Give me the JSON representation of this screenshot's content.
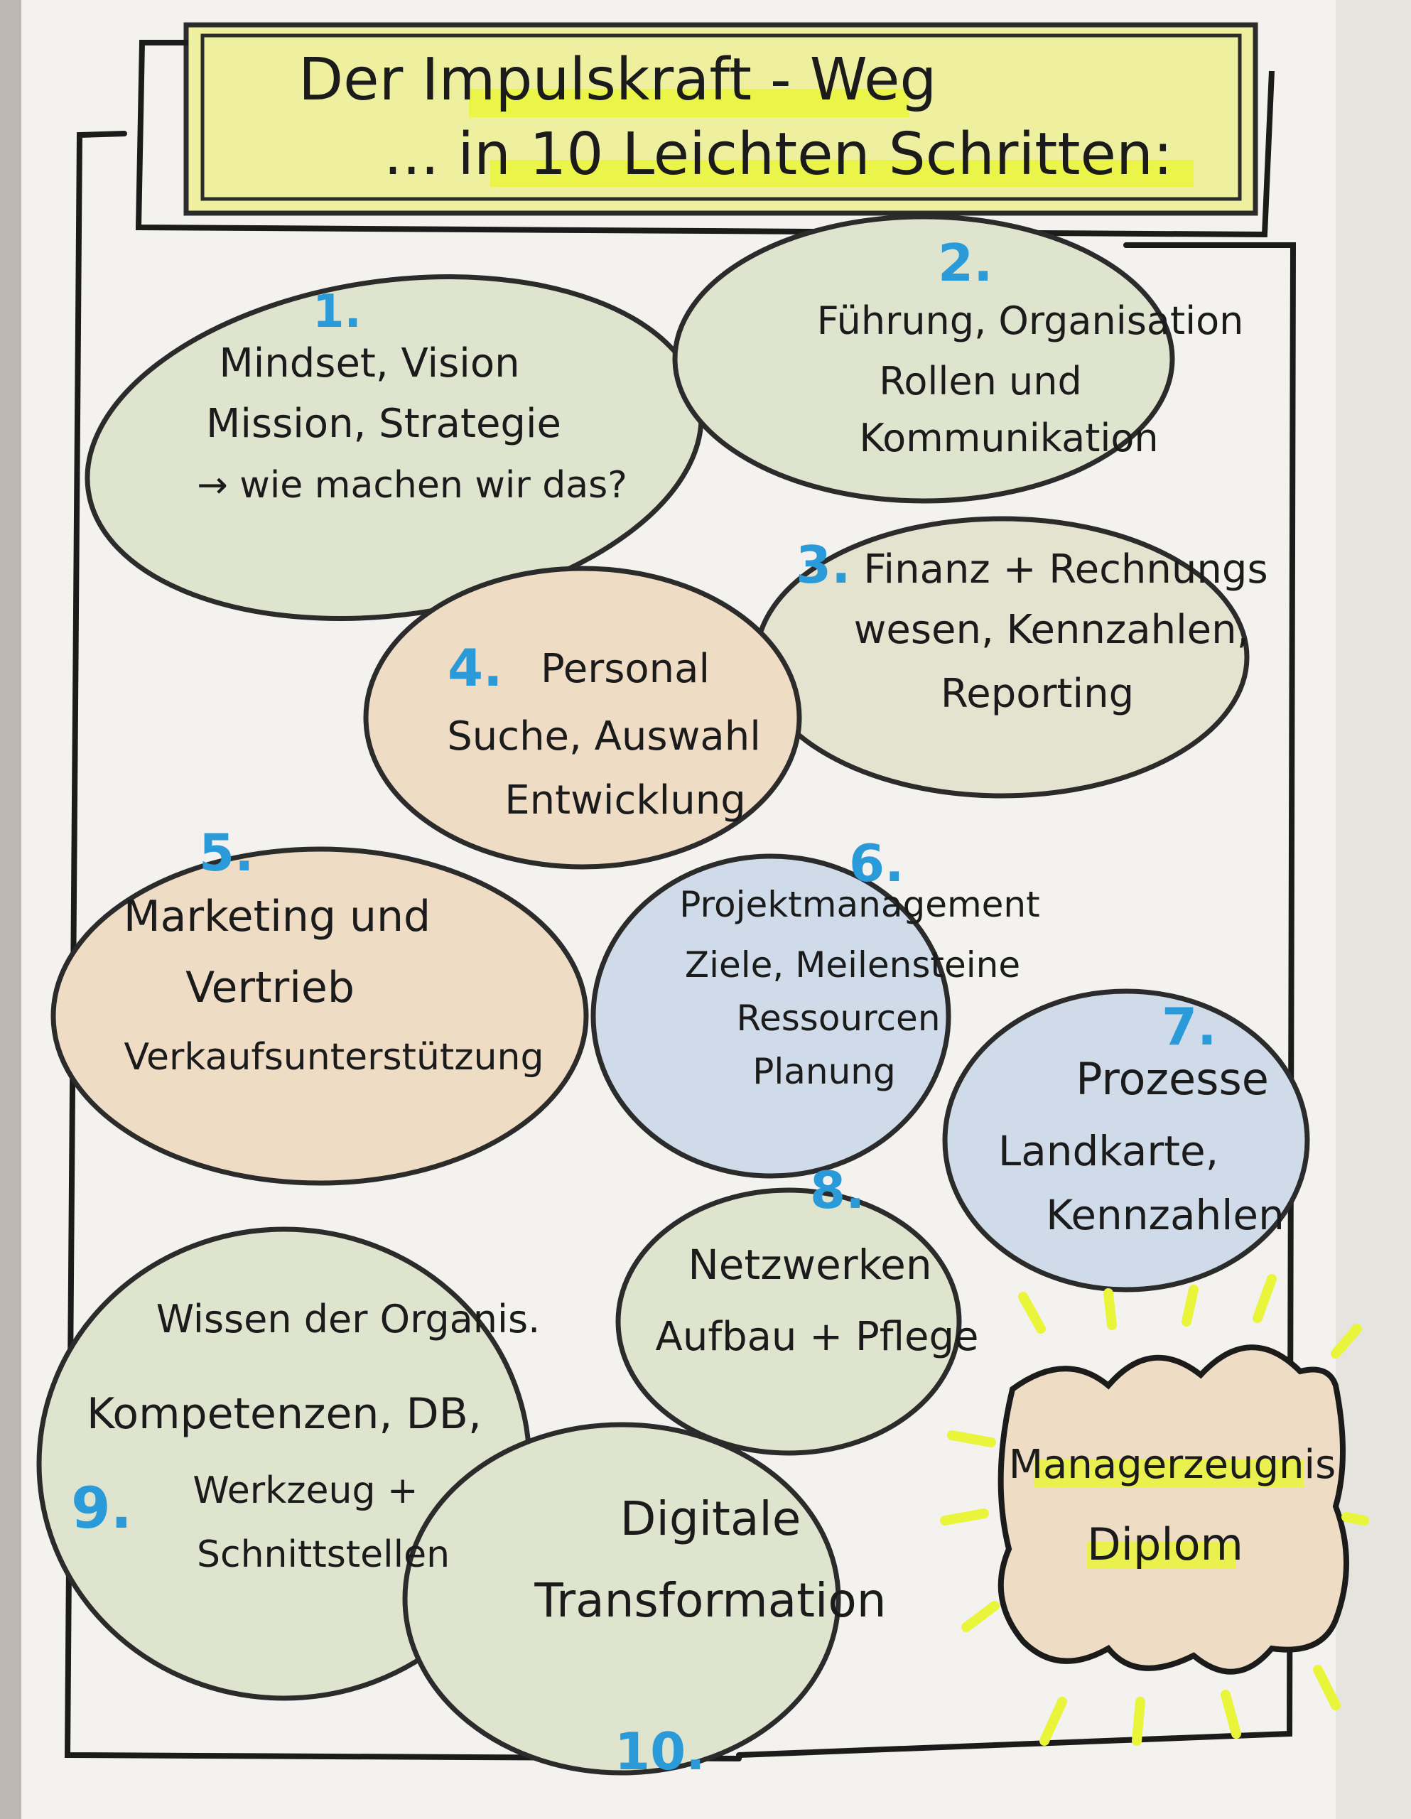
{
  "colors": {
    "paper": "#f3f2ee",
    "ink": "#1b1b1b",
    "number": "#2a9bd8",
    "highlight": "#e9f53a",
    "blob_green": "#dfe4cf",
    "blob_orange": "#efdcc4",
    "blob_blue": "#cfdbe8"
  },
  "title": {
    "line1": "Der Impulskraft - Weg",
    "line2": "... in 10 Leichten Schritten:"
  },
  "steps": [
    {
      "number": "1.",
      "lines": [
        "Mindset, Vision",
        "Mission, Strategie",
        "→ wie machen wir das?"
      ]
    },
    {
      "number": "2.",
      "lines": [
        "Führung, Organisation",
        "Rollen und",
        "Kommunikation"
      ]
    },
    {
      "number": "3.",
      "lines": [
        "Finanz + Rechnungs",
        "wesen, Kennzahlen,",
        "Reporting"
      ]
    },
    {
      "number": "4.",
      "lines": [
        "Personal",
        "Suche, Auswahl",
        "Entwicklung"
      ]
    },
    {
      "number": "5.",
      "lines": [
        "Marketing und",
        "Vertrieb",
        "Verkaufsunterstützung"
      ]
    },
    {
      "number": "6.",
      "lines": [
        "Projektmanagement",
        "Ziele, Meilensteine",
        "Ressourcen",
        "Planung"
      ]
    },
    {
      "number": "7.",
      "lines": [
        "Prozesse",
        "Landkarte,",
        "Kennzahlen"
      ]
    },
    {
      "number": "8.",
      "lines": [
        "Netzwerken",
        "Aufbau + Pflege"
      ]
    },
    {
      "number": "9.",
      "lines": [
        "Wissen der Organis.",
        "Kompetenzen, DB,",
        "Werkzeug +",
        "Schnittstellen"
      ]
    },
    {
      "number": "10.",
      "lines": [
        "Digitale",
        "Transformation"
      ]
    }
  ],
  "award": {
    "line1": "Managerzeugnis",
    "line2": "Diplom"
  },
  "icons": {
    "frame": "bracket-frame",
    "burst": "starburst-icon"
  }
}
